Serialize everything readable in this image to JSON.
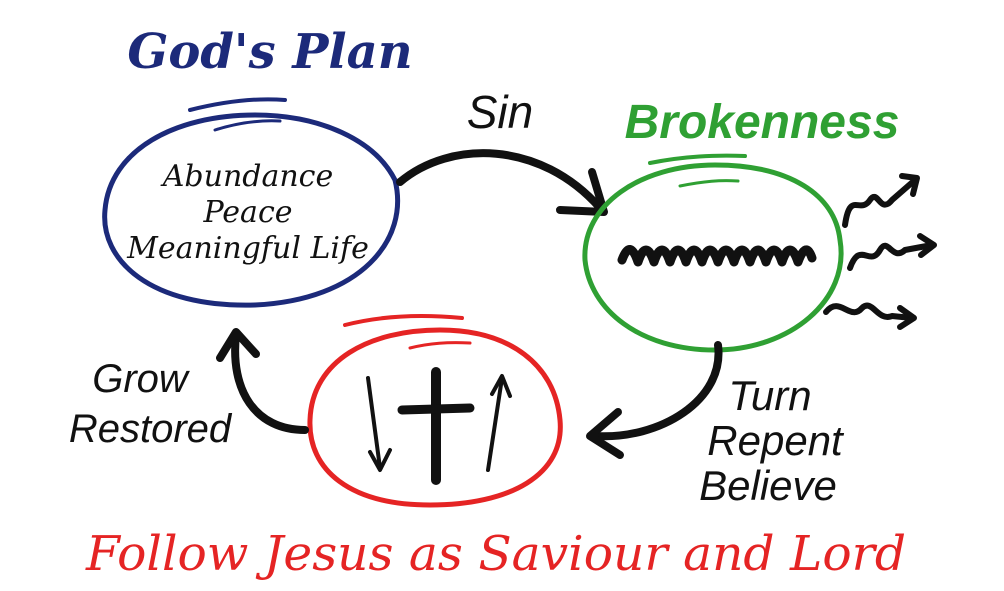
{
  "gods_plan": {
    "title": "God's Plan",
    "lines": [
      "Abundance",
      "Peace",
      "Meaningful Life"
    ]
  },
  "sin": {
    "label": "Sin"
  },
  "brokenness": {
    "title": "Brokenness"
  },
  "turn": {
    "lines": [
      "Turn",
      "Repent",
      "Believe"
    ]
  },
  "grow": {
    "lines": [
      "Grow",
      "Restored"
    ]
  },
  "bottom": {
    "text": "Follow Jesus as Saviour and Lord"
  },
  "colors": {
    "blue": "#1c2a7a",
    "green": "#2fa033",
    "red": "#e52424",
    "ink": "#111111"
  }
}
